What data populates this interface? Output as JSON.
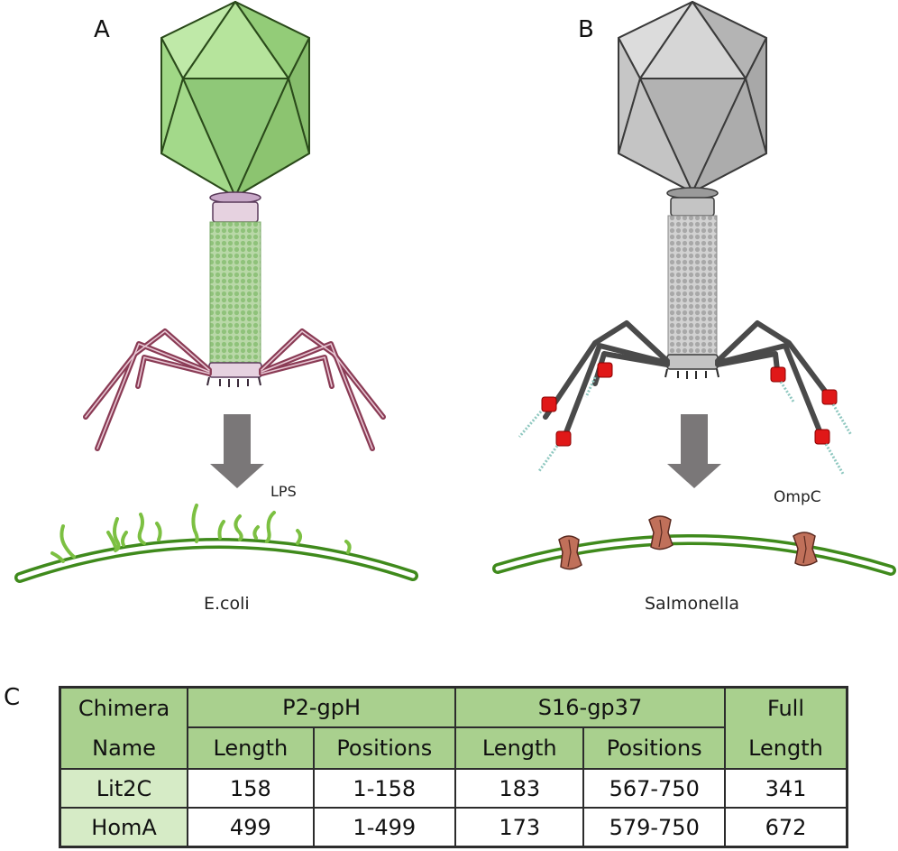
{
  "panels": {
    "a": {
      "label": "A",
      "receptor_label": "LPS",
      "host_label": "E.coli"
    },
    "b": {
      "label": "B",
      "receptor_label": "OmpC",
      "host_label": "Salmonella"
    },
    "c": {
      "label": "C"
    }
  },
  "colors": {
    "capsid_a": "#a6dc8c",
    "capsid_b": "#c8c8c8",
    "tail_fibers_a": "#8a3b55",
    "tail_fibers_b": "#4a4a4a",
    "membrane": "#3f8a1c",
    "lps": "#7cc042",
    "ompc": "#c0705a",
    "arrow": "#7a7778",
    "table_header": "#a9d08e",
    "table_row_label": "#d6ebc6"
  },
  "table": {
    "header": {
      "name_col": "Chimera Name",
      "groups": [
        "P2-gpH",
        "S16-gp37"
      ],
      "full_length": "Full Length",
      "subheaders": [
        "Length",
        "Positions",
        "Length",
        "Positions"
      ]
    },
    "rows": [
      {
        "name": "Lit2C",
        "p2_length": "158",
        "p2_positions": "1-158",
        "s16_length": "183",
        "s16_positions": "567-750",
        "full_length": "341"
      },
      {
        "name": "HomA",
        "p2_length": "499",
        "p2_positions": "1-499",
        "s16_length": "173",
        "s16_positions": "579-750",
        "full_length": "672"
      }
    ]
  }
}
